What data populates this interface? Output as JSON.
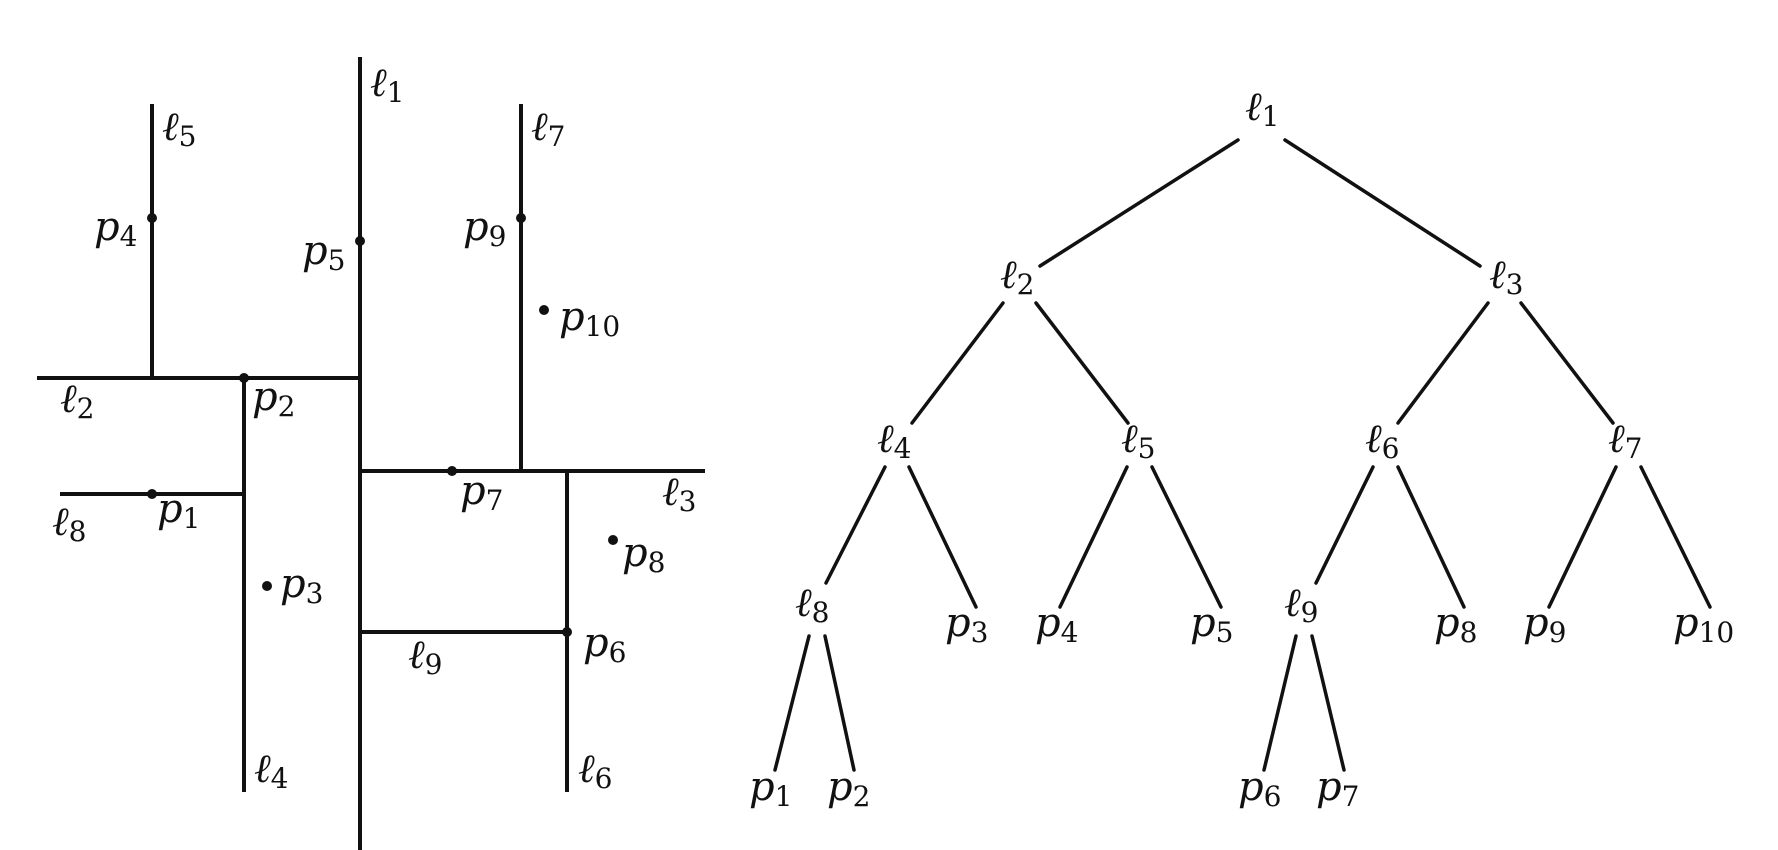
{
  "partition": {
    "lines": [
      {
        "id": "l1",
        "letter": "ℓ",
        "sub": "1"
      },
      {
        "id": "l2",
        "letter": "ℓ",
        "sub": "2"
      },
      {
        "id": "l3",
        "letter": "ℓ",
        "sub": "3"
      },
      {
        "id": "l4",
        "letter": "ℓ",
        "sub": "4"
      },
      {
        "id": "l5",
        "letter": "ℓ",
        "sub": "5"
      },
      {
        "id": "l6",
        "letter": "ℓ",
        "sub": "6"
      },
      {
        "id": "l7",
        "letter": "ℓ",
        "sub": "7"
      },
      {
        "id": "l8",
        "letter": "ℓ",
        "sub": "8"
      },
      {
        "id": "l9",
        "letter": "ℓ",
        "sub": "9"
      }
    ],
    "points": [
      {
        "id": "p1",
        "letter": "p",
        "sub": "1"
      },
      {
        "id": "p2",
        "letter": "p",
        "sub": "2"
      },
      {
        "id": "p3",
        "letter": "p",
        "sub": "3"
      },
      {
        "id": "p4",
        "letter": "p",
        "sub": "4"
      },
      {
        "id": "p5",
        "letter": "p",
        "sub": "5"
      },
      {
        "id": "p6",
        "letter": "p",
        "sub": "6"
      },
      {
        "id": "p7",
        "letter": "p",
        "sub": "7"
      },
      {
        "id": "p8",
        "letter": "p",
        "sub": "8"
      },
      {
        "id": "p9",
        "letter": "p",
        "sub": "9"
      },
      {
        "id": "p10",
        "letter": "p",
        "sub": "10"
      }
    ]
  },
  "tree": {
    "nodes": [
      {
        "id": "t-l1",
        "letter": "ℓ",
        "sub": "1"
      },
      {
        "id": "t-l2",
        "letter": "ℓ",
        "sub": "2"
      },
      {
        "id": "t-l3",
        "letter": "ℓ",
        "sub": "3"
      },
      {
        "id": "t-l4",
        "letter": "ℓ",
        "sub": "4"
      },
      {
        "id": "t-l5",
        "letter": "ℓ",
        "sub": "5"
      },
      {
        "id": "t-l6",
        "letter": "ℓ",
        "sub": "6"
      },
      {
        "id": "t-l7",
        "letter": "ℓ",
        "sub": "7"
      },
      {
        "id": "t-l8",
        "letter": "ℓ",
        "sub": "8"
      },
      {
        "id": "t-l9",
        "letter": "ℓ",
        "sub": "9"
      },
      {
        "id": "t-p1",
        "letter": "p",
        "sub": "1"
      },
      {
        "id": "t-p2",
        "letter": "p",
        "sub": "2"
      },
      {
        "id": "t-p3",
        "letter": "p",
        "sub": "3"
      },
      {
        "id": "t-p4",
        "letter": "p",
        "sub": "4"
      },
      {
        "id": "t-p5",
        "letter": "p",
        "sub": "5"
      },
      {
        "id": "t-p6",
        "letter": "p",
        "sub": "6"
      },
      {
        "id": "t-p7",
        "letter": "p",
        "sub": "7"
      },
      {
        "id": "t-p8",
        "letter": "p",
        "sub": "8"
      },
      {
        "id": "t-p9",
        "letter": "p",
        "sub": "9"
      },
      {
        "id": "t-p10",
        "letter": "p",
        "sub": "10"
      }
    ],
    "edges": [
      [
        "t-l1",
        "t-l2"
      ],
      [
        "t-l1",
        "t-l3"
      ],
      [
        "t-l2",
        "t-l4"
      ],
      [
        "t-l2",
        "t-l5"
      ],
      [
        "t-l3",
        "t-l6"
      ],
      [
        "t-l3",
        "t-l7"
      ],
      [
        "t-l4",
        "t-l8"
      ],
      [
        "t-l4",
        "t-p3"
      ],
      [
        "t-l5",
        "t-p4"
      ],
      [
        "t-l5",
        "t-p5"
      ],
      [
        "t-l6",
        "t-l9"
      ],
      [
        "t-l6",
        "t-p8"
      ],
      [
        "t-l7",
        "t-p9"
      ],
      [
        "t-l7",
        "t-p10"
      ],
      [
        "t-l8",
        "t-p1"
      ],
      [
        "t-l8",
        "t-p2"
      ],
      [
        "t-l9",
        "t-p6"
      ],
      [
        "t-l9",
        "t-p7"
      ]
    ]
  }
}
